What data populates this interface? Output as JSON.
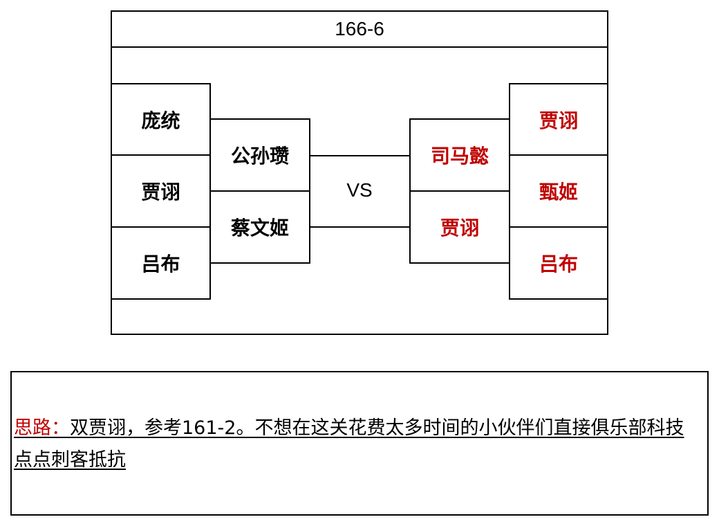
{
  "title": "166-6",
  "vs_label": "VS",
  "left_back": [
    "庞统",
    "贾诩",
    "吕布"
  ],
  "left_front": [
    "公孙瓒",
    "蔡文姬"
  ],
  "right_front": [
    "司马懿",
    "贾诩"
  ],
  "right_back": [
    "贾诩",
    "甄姬",
    "吕布"
  ],
  "colors": {
    "enemy": "#c00000",
    "note_label": "#c00000",
    "border": "#000000"
  },
  "note": {
    "label": "思路：",
    "text": "双贾诩，参考161-2。不想在这关花费太多时间的小伙伴们直接俱乐部科技点点刺客抵抗"
  }
}
